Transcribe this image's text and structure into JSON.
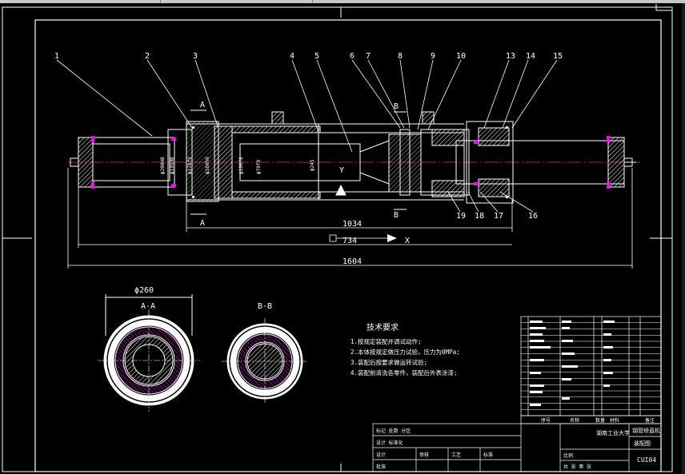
{
  "drawing": {
    "part_numbers": [
      "1",
      "2",
      "3",
      "4",
      "5",
      "6",
      "7",
      "8",
      "9",
      "10",
      "13",
      "14",
      "15",
      "16",
      "17",
      "18",
      "19"
    ],
    "section_a_label": "A",
    "section_b_label": "B",
    "axis_y_label": "Y",
    "axis_x_label": "X",
    "dim_diameters": [
      "ϕ200H8",
      "ϕ195H8",
      "ϕ178f9",
      "ϕ160h9",
      "ϕ100f8",
      "ϕ70f9",
      "ϕ245"
    ],
    "dim_1034": "1034",
    "dim_734": "734",
    "dim_1604": "1604",
    "dim_phi260": "ϕ260",
    "section_aa_title": "A-A",
    "section_bb_title": "B-B"
  },
  "tech_req": {
    "title": "技术要求",
    "items": [
      "1.按规定装配并调试动作;",
      "2.本体按规定做压力试验，压力为0MPa;",
      "3.装配后按要求做运转试验;",
      "4.装配前清洗各零件，装配后外表涂漆;"
    ]
  },
  "title_block": {
    "part_name": "钢管矫直机",
    "assembly_name": "装配图",
    "company": "湖南工业大学",
    "drawing_no": "CUI04",
    "col_seq": "序号",
    "col_name": "名称",
    "col_qty": "数量",
    "col_material": "材料",
    "col_note": "备注",
    "sign_labels": [
      "设计",
      "审核",
      "工艺",
      "标准",
      "批准"
    ],
    "meta_row1": "标记 处数 分区",
    "meta_row2": "设计 标准化",
    "scale_label": "比例",
    "sheet_label": "共 张 第 张"
  },
  "colors": {
    "background": "#000000",
    "lines": "#ffffff",
    "hatch_magenta": "#ff00ff",
    "centerline": "#ff3030",
    "accent_yellow": "#ffff00",
    "accent_green": "#00ff00",
    "toolbar": "#c8c8c8"
  }
}
